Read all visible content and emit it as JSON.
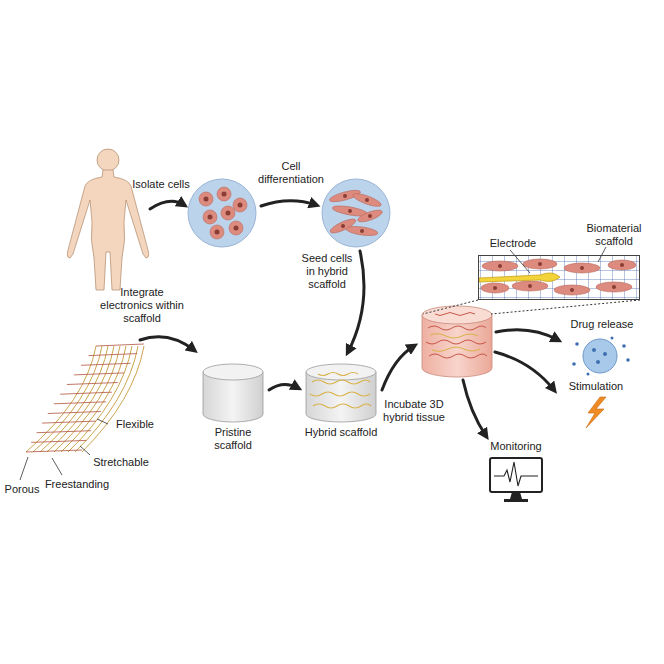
{
  "diagram": {
    "nodes": [
      {
        "text": [
          "Pristine scaffold"
        ]
      },
      {
        "text": [
          "Hybrid scaffold"
        ]
      },
      {
        "text": [
          "Electrode",
          "Biomaterial scaffold"
        ]
      },
      {
        "text": [
          "Drug release"
        ]
      },
      {
        "text": [
          "Stimulation"
        ]
      },
      {
        "text": [
          "Monitoring"
        ]
      }
    ],
    "edges": [
      {
        "from": 0,
        "to": 1,
        "arrow": "to"
      }
    ],
    "labels": [
      "Isolate cells",
      "Cell differentiation",
      "Seed cells in hybrid scaffold",
      "Integrate electronics within scaffold",
      "Flexible",
      "Stretchable",
      "Porous",
      "Freestanding",
      "Incubate 3D hybrid tissue"
    ]
  }
}
